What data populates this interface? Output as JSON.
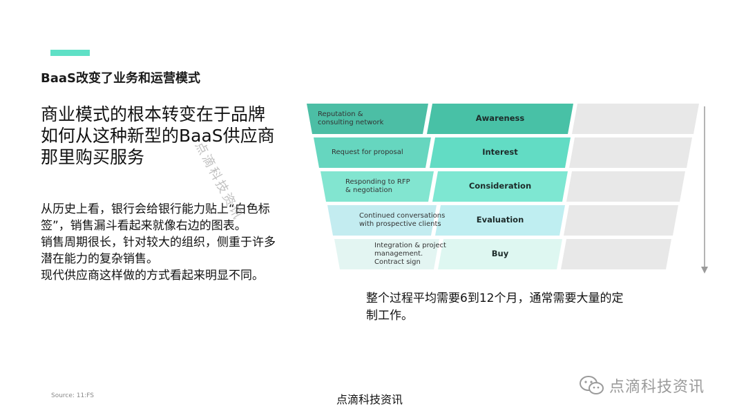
{
  "slide": {
    "section_title": "BaaS改变了业务和运营模式",
    "headline": "商业模式的根本转变在于品牌如何从这种新型的BaaS供应商那里购买服务",
    "body": [
      "从历史上看，银行会给银行能力贴上“白色标签”，销售漏斗看起来就像右边的图表。",
      "销售周期很长，针对较大的组织，侧重于许多潜在能力的复杂销售。",
      "现代供应商这样做的方式看起来明显不同。"
    ],
    "watermark": "点滴科技资讯",
    "summary": "整个过程平均需要6到12个月，通常需要大量的定制工作。",
    "source": "Source: 11:FS",
    "footer": "点滴科技资讯",
    "brand": "点滴科技资讯"
  },
  "funnel": {
    "stages": [
      {
        "label": "Reputation &\nconsulting network",
        "name": "Awareness"
      },
      {
        "label": "Request for proposal",
        "name": "Interest"
      },
      {
        "label": "Responding to RFP\n& negotiation",
        "name": "Consideration"
      },
      {
        "label": "Continued conversations\nwith prospective clients",
        "name": "Evaluation"
      },
      {
        "label": "Integration & project\nmanagement.\nContract sign",
        "name": "Buy"
      }
    ],
    "left_colors": [
      "#4cbea5",
      "#66d6bf",
      "#82e5d0",
      "#c3ecf0",
      "#e3f5f2"
    ],
    "mid_colors": [
      "#48c1a6",
      "#62dcc4",
      "#7ee7d2",
      "#bfeef1",
      "#def7f1"
    ],
    "right_color": "#e8e8e8",
    "arrow_color": "#9a9a9a"
  }
}
